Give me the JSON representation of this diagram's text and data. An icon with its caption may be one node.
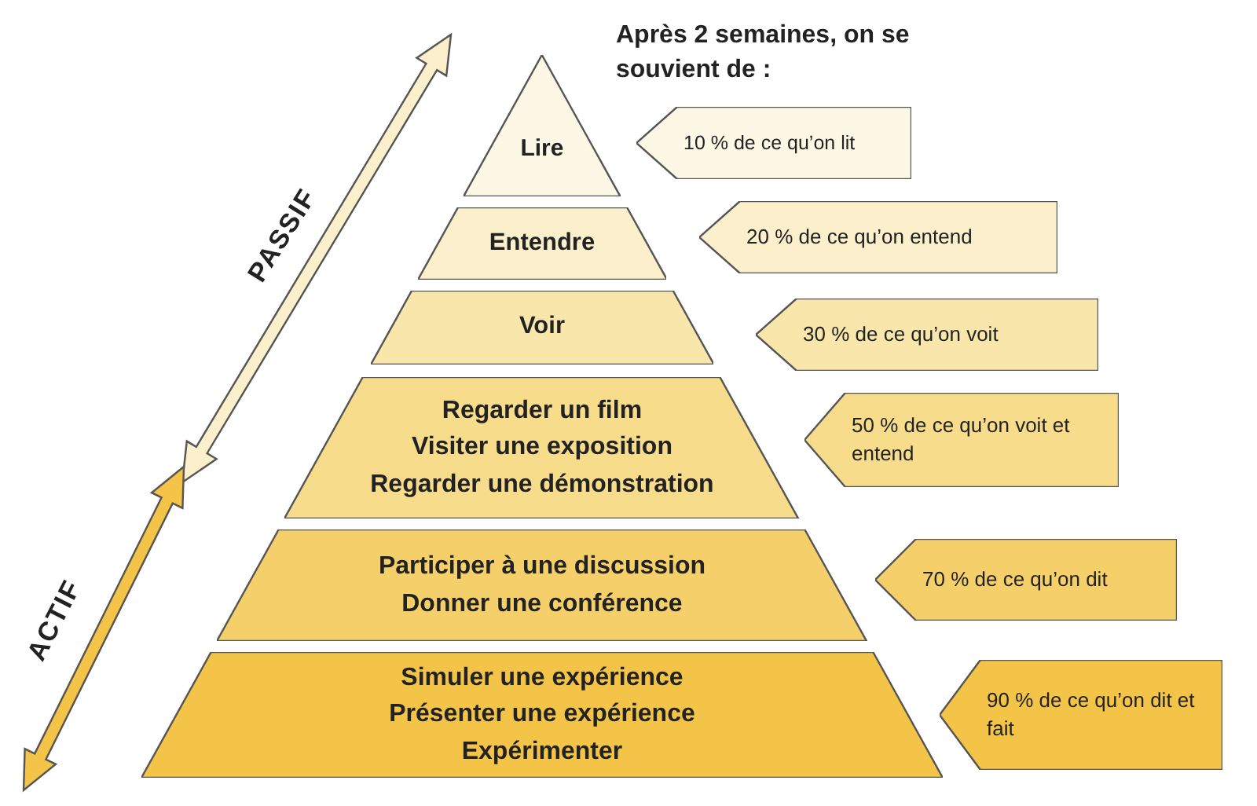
{
  "diagram": {
    "title": "Après 2 semaines, on se souvient de :",
    "nodes": [
      {
        "text": [
          "Lire"
        ]
      },
      {
        "text": [
          "Entendre"
        ]
      },
      {
        "text": [
          "Voir"
        ]
      },
      {
        "text": [
          "Regarder un film",
          "Visiter une exposition",
          "Regarder une démonstration"
        ]
      },
      {
        "text": [
          "Participer à une discussion",
          "Donner une conférence"
        ]
      },
      {
        "text": [
          "Simuler une expérience",
          "Présenter une expérience",
          "Expérimenter"
        ]
      },
      {
        "text": [
          "10 % de ce qu’on lit"
        ]
      },
      {
        "text": [
          "20 % de ce qu’on entend"
        ]
      },
      {
        "text": [
          "30 % de ce qu’on voit"
        ]
      },
      {
        "text": [
          "50 % de ce qu’on voit et entend"
        ]
      },
      {
        "text": [
          "70 % de ce qu’on dit"
        ]
      },
      {
        "text": [
          "90 % de ce qu’on dit et fait"
        ]
      }
    ],
    "edges": [],
    "labels": [
      "PASSIF",
      "ACTIF"
    ]
  }
}
